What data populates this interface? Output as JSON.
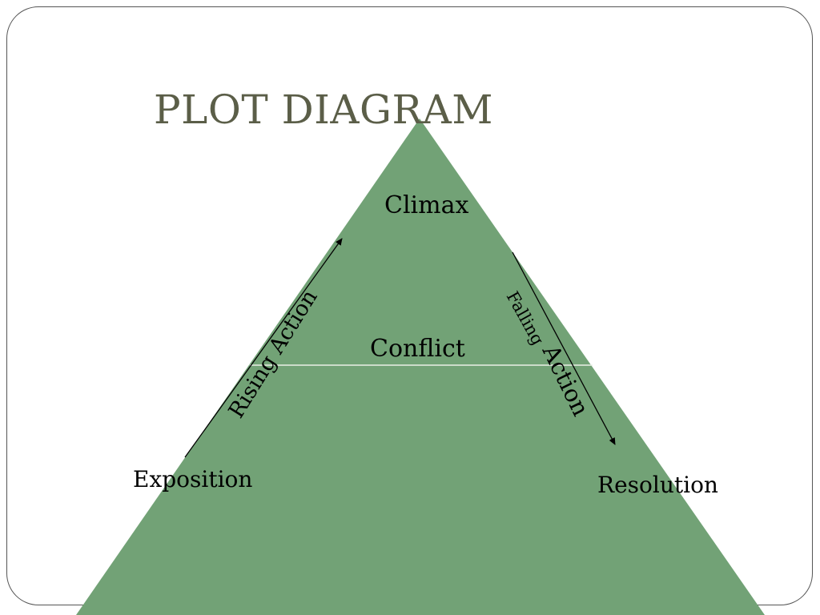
{
  "slide": {
    "title": "PLOT DIAGRAM"
  },
  "diagram": {
    "fill_color": "#72a276",
    "title_color": "#5b5e48",
    "labels": {
      "climax": "Climax",
      "conflict": "Conflict",
      "exposition": "Exposition",
      "resolution": "Resolution",
      "rising_action": "Rising Action",
      "falling": "Falling",
      "action": "Action"
    }
  }
}
